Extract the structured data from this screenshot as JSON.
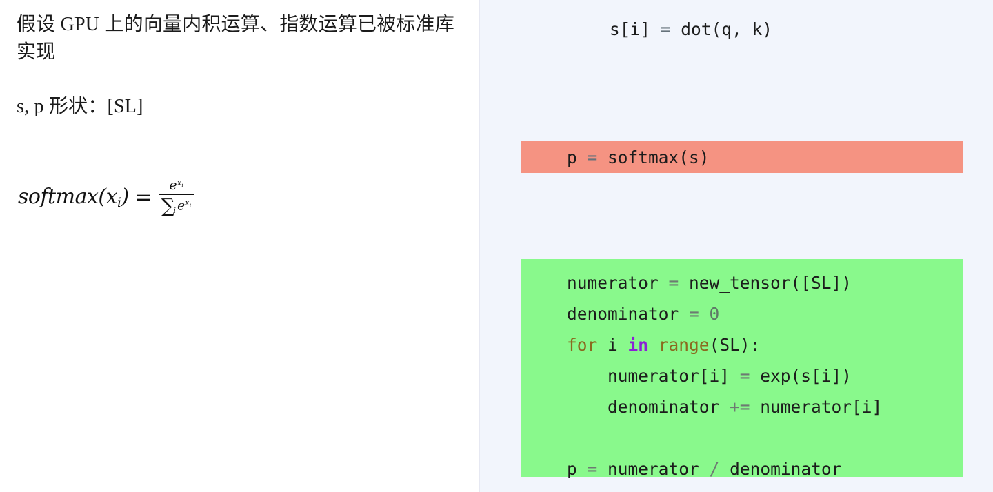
{
  "left": {
    "paragraph_1": "假设 GPU 上的向量内积运算、指数运算已被标准库实现",
    "paragraph_2": "s, p 形状：[SL]",
    "formula": {
      "label": "softmax",
      "lhs_func": "softmax",
      "lhs_arg": "x",
      "lhs_arg_sub": "i",
      "equals": "=",
      "numerator_base": "e",
      "numerator_sup_base": "x",
      "numerator_sup_sub": "i",
      "denominator_sigma": "∑",
      "denominator_sigma_sub": "i",
      "denominator_base": "e",
      "denominator_sup_base": "x",
      "denominator_sup_sub": "i",
      "plain_text": "softmax(x_i) = e^{x_i} / ∑_i e^{x_i}"
    }
  },
  "right": {
    "snippet_plain": {
      "line": "s[i] = dot(q, k)",
      "tokens": [
        {
          "t": "s[i]",
          "c": "plain"
        },
        {
          "t": " = ",
          "c": "operator"
        },
        {
          "t": "dot(q, k)",
          "c": "plain"
        }
      ]
    },
    "snippet_salmon": {
      "background_color": "#f59382",
      "line": "p = softmax(s)",
      "tokens": [
        {
          "t": "p",
          "c": "plain"
        },
        {
          "t": " = ",
          "c": "operator"
        },
        {
          "t": "softmax(s)",
          "c": "plain"
        }
      ]
    },
    "snippet_green": {
      "background_color": "#89f98c",
      "lines": [
        "numerator = new_tensor([SL])",
        "denominator = 0",
        "for i in range(SL):",
        "    numerator[i] = exp(s[i])",
        "    denominator += numerator[i]",
        "",
        "p = numerator / denominator"
      ],
      "code_line_1_a": "numerator",
      "code_line_1_op": " = ",
      "code_line_1_b": "new_tensor([SL])",
      "code_line_2_a": "denominator",
      "code_line_2_op": " = ",
      "code_line_2_num": "0",
      "code_line_3_kw": "for",
      "code_line_3_var": " i ",
      "code_line_3_in": "in",
      "code_line_3_fn": " range",
      "code_line_3_rest": "(SL):",
      "code_line_4_a": "    numerator[i]",
      "code_line_4_op": " = ",
      "code_line_4_b": "exp(s[i])",
      "code_line_5_a": "    denominator",
      "code_line_5_op": " += ",
      "code_line_5_b": "numerator[i]",
      "code_line_7_a": "p",
      "code_line_7_op": " = ",
      "code_line_7_b": "numerator",
      "code_line_7_div": " / ",
      "code_line_7_c": "denominator"
    }
  },
  "colors": {
    "left_background": "#ffffff",
    "right_background": "#f2f5fc",
    "highlight_salmon": "#f59382",
    "highlight_green": "#89f98c",
    "keyword_brown": "#8a6a1f",
    "keyword_purple": "#8b20d6",
    "operator_gray": "#6d7a72",
    "text_dark": "#1c1c1c"
  }
}
